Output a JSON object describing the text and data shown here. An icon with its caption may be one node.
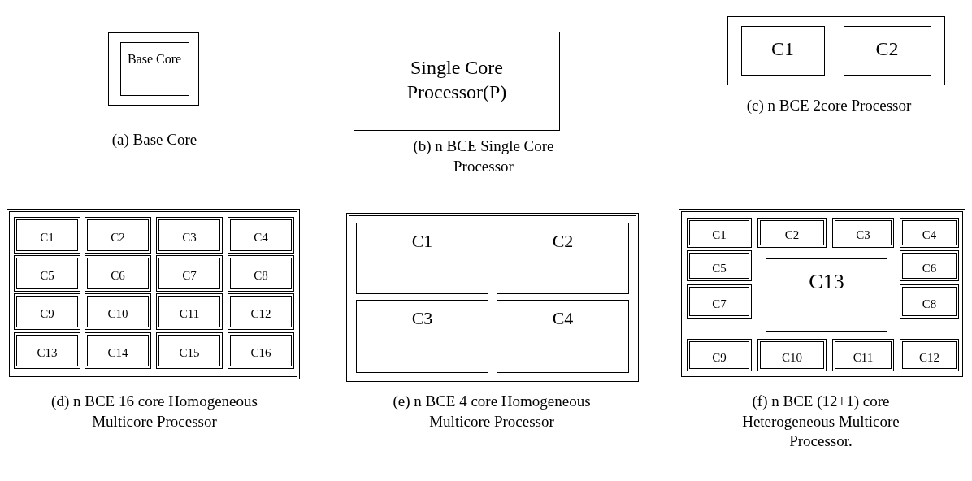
{
  "diagram": {
    "nodes": [
      {
        "text": [],
        "shape": "box",
        "beside": [
          "(a) Base Core"
        ]
      },
      {
        "text": [
          "Base Core"
        ],
        "in": 0
      },
      {
        "text": [
          "Single Core Processor(P)"
        ],
        "beside": [
          "(b) n BCE Single Core Processor"
        ]
      },
      {
        "text": [],
        "shape": "box",
        "beside": [
          "(c) n BCE 2core Processor"
        ]
      },
      {
        "text": [
          "C1"
        ],
        "in": 3
      },
      {
        "text": [
          "C2"
        ],
        "in": 3
      },
      {
        "text": [],
        "shape": "box",
        "beside": [
          "(d) n BCE 16 core Homogeneous Multicore Processor"
        ]
      },
      {
        "text": [
          "C1"
        ],
        "in": 6
      },
      {
        "text": [
          "C2"
        ],
        "in": 6
      },
      {
        "text": [
          "C3"
        ],
        "in": 6
      },
      {
        "text": [
          "C4"
        ],
        "in": 6
      },
      {
        "text": [
          "C5"
        ],
        "in": 6
      },
      {
        "text": [
          "C6"
        ],
        "in": 6
      },
      {
        "text": [
          "C7"
        ],
        "in": 6
      },
      {
        "text": [
          "C8"
        ],
        "in": 6
      },
      {
        "text": [
          "C9"
        ],
        "in": 6
      },
      {
        "text": [
          "C10"
        ],
        "in": 6
      },
      {
        "text": [
          "C11"
        ],
        "in": 6
      },
      {
        "text": [
          "C12"
        ],
        "in": 6
      },
      {
        "text": [
          "C13"
        ],
        "in": 6
      },
      {
        "text": [
          "C14"
        ],
        "in": 6
      },
      {
        "text": [
          "C15"
        ],
        "in": 6
      },
      {
        "text": [
          "C16"
        ],
        "in": 6
      },
      {
        "text": [],
        "shape": "box",
        "beside": [
          "(e) n BCE 4 core Homogeneous Multicore Processor"
        ]
      },
      {
        "text": [
          "C1"
        ],
        "in": 23
      },
      {
        "text": [
          "C2"
        ],
        "in": 23
      },
      {
        "text": [
          "C3"
        ],
        "in": 23
      },
      {
        "text": [
          "C4"
        ],
        "in": 23
      },
      {
        "text": [],
        "shape": "box",
        "beside": [
          "(f) n BCE (12+1) core Heterogeneous Multicore Processor."
        ]
      },
      {
        "text": [
          "C1"
        ],
        "in": 28
      },
      {
        "text": [
          "C2"
        ],
        "in": 28
      },
      {
        "text": [
          "C3"
        ],
        "in": 28
      },
      {
        "text": [
          "C4"
        ],
        "in": 28
      },
      {
        "text": [
          "C5"
        ],
        "in": 28
      },
      {
        "text": [
          "C13"
        ],
        "in": 28
      },
      {
        "text": [
          "C6"
        ],
        "in": 28
      },
      {
        "text": [
          "C7"
        ],
        "in": 28
      },
      {
        "text": [
          "C8"
        ],
        "in": 28
      },
      {
        "text": [
          "C9"
        ],
        "in": 28
      },
      {
        "text": [
          "C10"
        ],
        "in": 28
      },
      {
        "text": [
          "C11"
        ],
        "in": 28
      },
      {
        "text": [
          "C12"
        ],
        "in": 28
      }
    ]
  }
}
